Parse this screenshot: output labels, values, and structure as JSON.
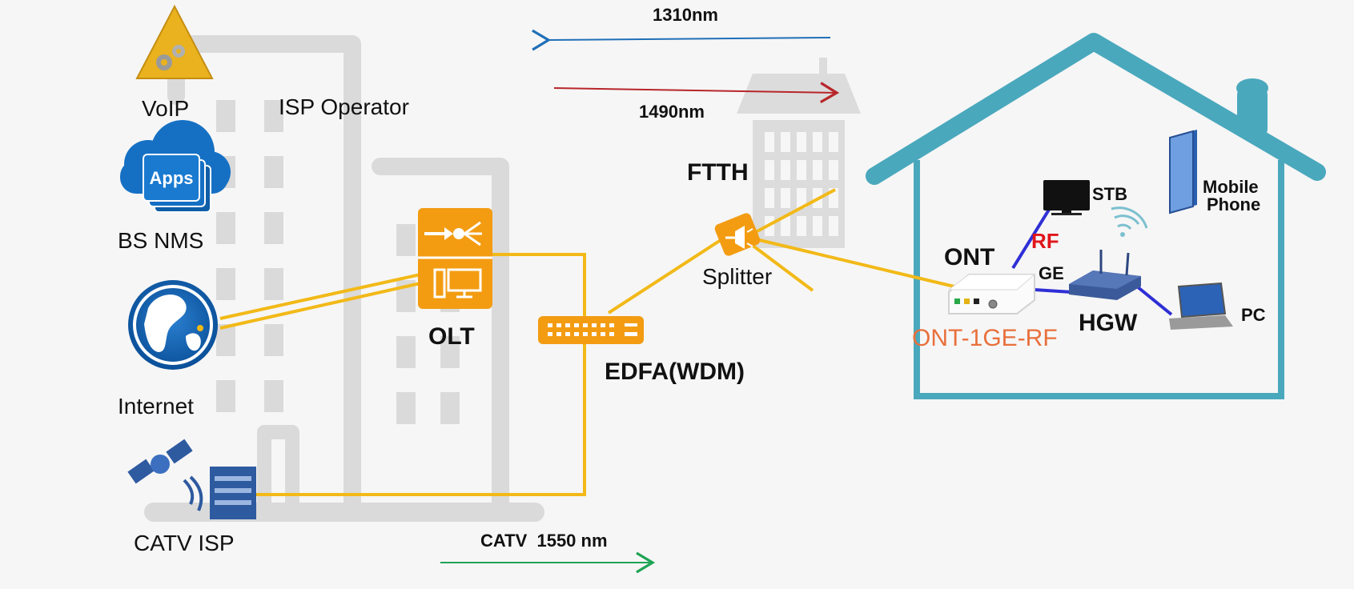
{
  "labels": {
    "voip": "VoIP",
    "isp_operator": "ISP Operator",
    "bs_nms": "BS NMS",
    "apps": "Apps",
    "internet": "Internet",
    "catv_isp": "CATV ISP",
    "olt": "OLT",
    "edfa": "EDFA(WDM)",
    "ftth": "FTTH",
    "splitter": "Splitter",
    "ont": "ONT",
    "ont_model": "ONT-1GE-RF",
    "stb": "STB",
    "rf": "RF",
    "ge": "GE",
    "hgw": "HGW",
    "pc": "PC",
    "mobile_line1": "Mobile",
    "mobile_line2": "Phone"
  },
  "wavelengths": {
    "upstream": "1310nm",
    "downstream": "1490nm",
    "catv": "CATV  1550 nm"
  },
  "colors": {
    "fiber": "#f2b918",
    "olt_orange": "#f39c12",
    "house": "#4aa8bd",
    "building": "#dadada",
    "arrow_1310": "#1f6fb8",
    "arrow_1490": "#b8262a",
    "arrow_1550": "#1fa354",
    "device_link": "#2f2fd6",
    "rf_text": "#e0151b",
    "ont_model_text": "#e8703c"
  }
}
